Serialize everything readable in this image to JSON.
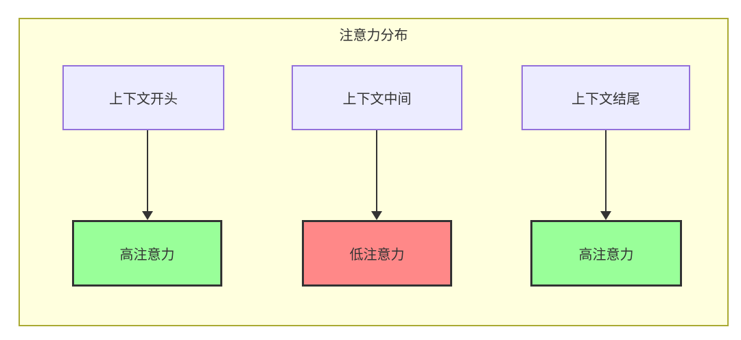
{
  "diagram": {
    "type": "flowchart",
    "title": "注意力分布",
    "columns": [
      {
        "source": "上下文开头",
        "target": "高注意力",
        "level": "high",
        "fill": "#99ff99"
      },
      {
        "source": "上下文中间",
        "target": "低注意力",
        "level": "low",
        "fill": "#ff8888"
      },
      {
        "source": "上下文结尾",
        "target": "高注意力",
        "level": "high",
        "fill": "#99ff99"
      }
    ],
    "colors": {
      "container_bg": "#ffffde",
      "container_border": "#aaaa33",
      "source_node_fill": "#ececff",
      "source_node_border": "#9370db",
      "high_attention_fill": "#99ff99",
      "low_attention_fill": "#ff8888",
      "target_node_border": "#333333",
      "arrow": "#333333",
      "text": "#333333"
    }
  }
}
